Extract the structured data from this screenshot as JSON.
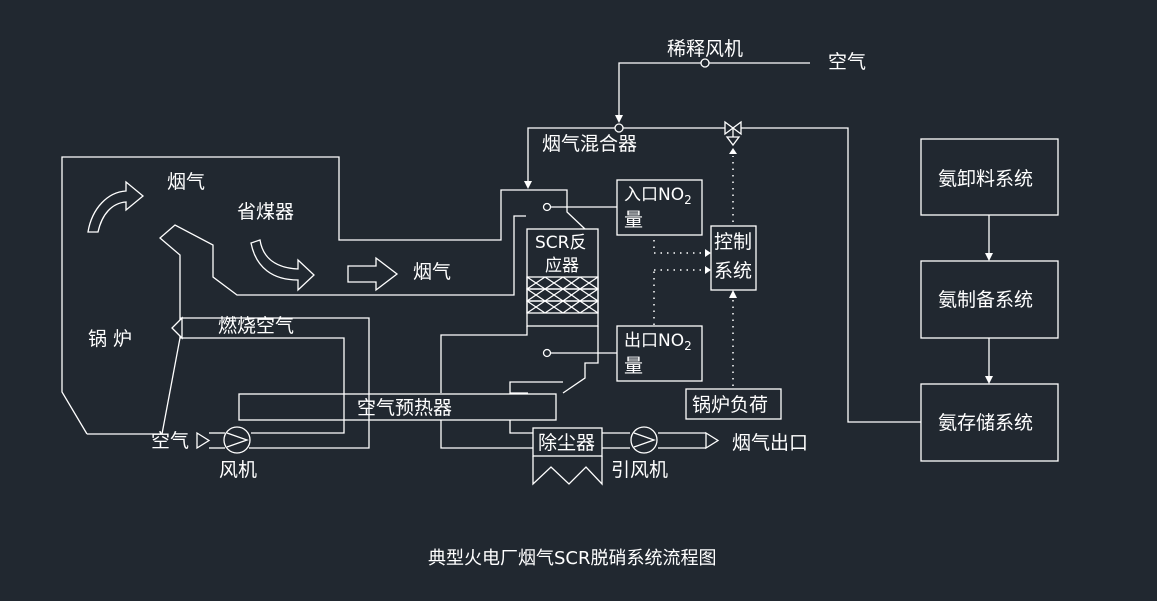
{
  "labels": {
    "dilution_fan": "稀释风机",
    "air_top": "空气",
    "flue_mixer": "烟气混合器",
    "flue_gas_1": "烟气",
    "economizer": "省煤器",
    "flue_gas_2": "烟气",
    "scr_reactor_l1": "SCR反",
    "scr_reactor_l2": "应器",
    "inlet_no2_l1": "入口NO",
    "inlet_no2_sub": "2",
    "inlet_no2_l2": "量",
    "control_l1": "控制",
    "control_l2": "系统",
    "outlet_no2_l1": "出口NO",
    "outlet_no2_sub": "2",
    "outlet_no2_l2": "量",
    "boiler": "锅  炉",
    "combustion_air": "燃烧空气",
    "air_preheater": "空气预热器",
    "boiler_load": "锅炉负荷",
    "air_bottom": "空气",
    "fan": "风机",
    "dust_collector": "除尘器",
    "induced_fan": "引风机",
    "flue_outlet": "烟气出口",
    "ammonia_unload": "氨卸料系统",
    "ammonia_prep": "氨制备系统",
    "ammonia_storage": "氨存储系统",
    "title": "典型火电厂烟气SCR脱硝系统流程图"
  },
  "colors": {
    "background": "#212830",
    "line": "#ffffff",
    "text": "#ffffff"
  }
}
